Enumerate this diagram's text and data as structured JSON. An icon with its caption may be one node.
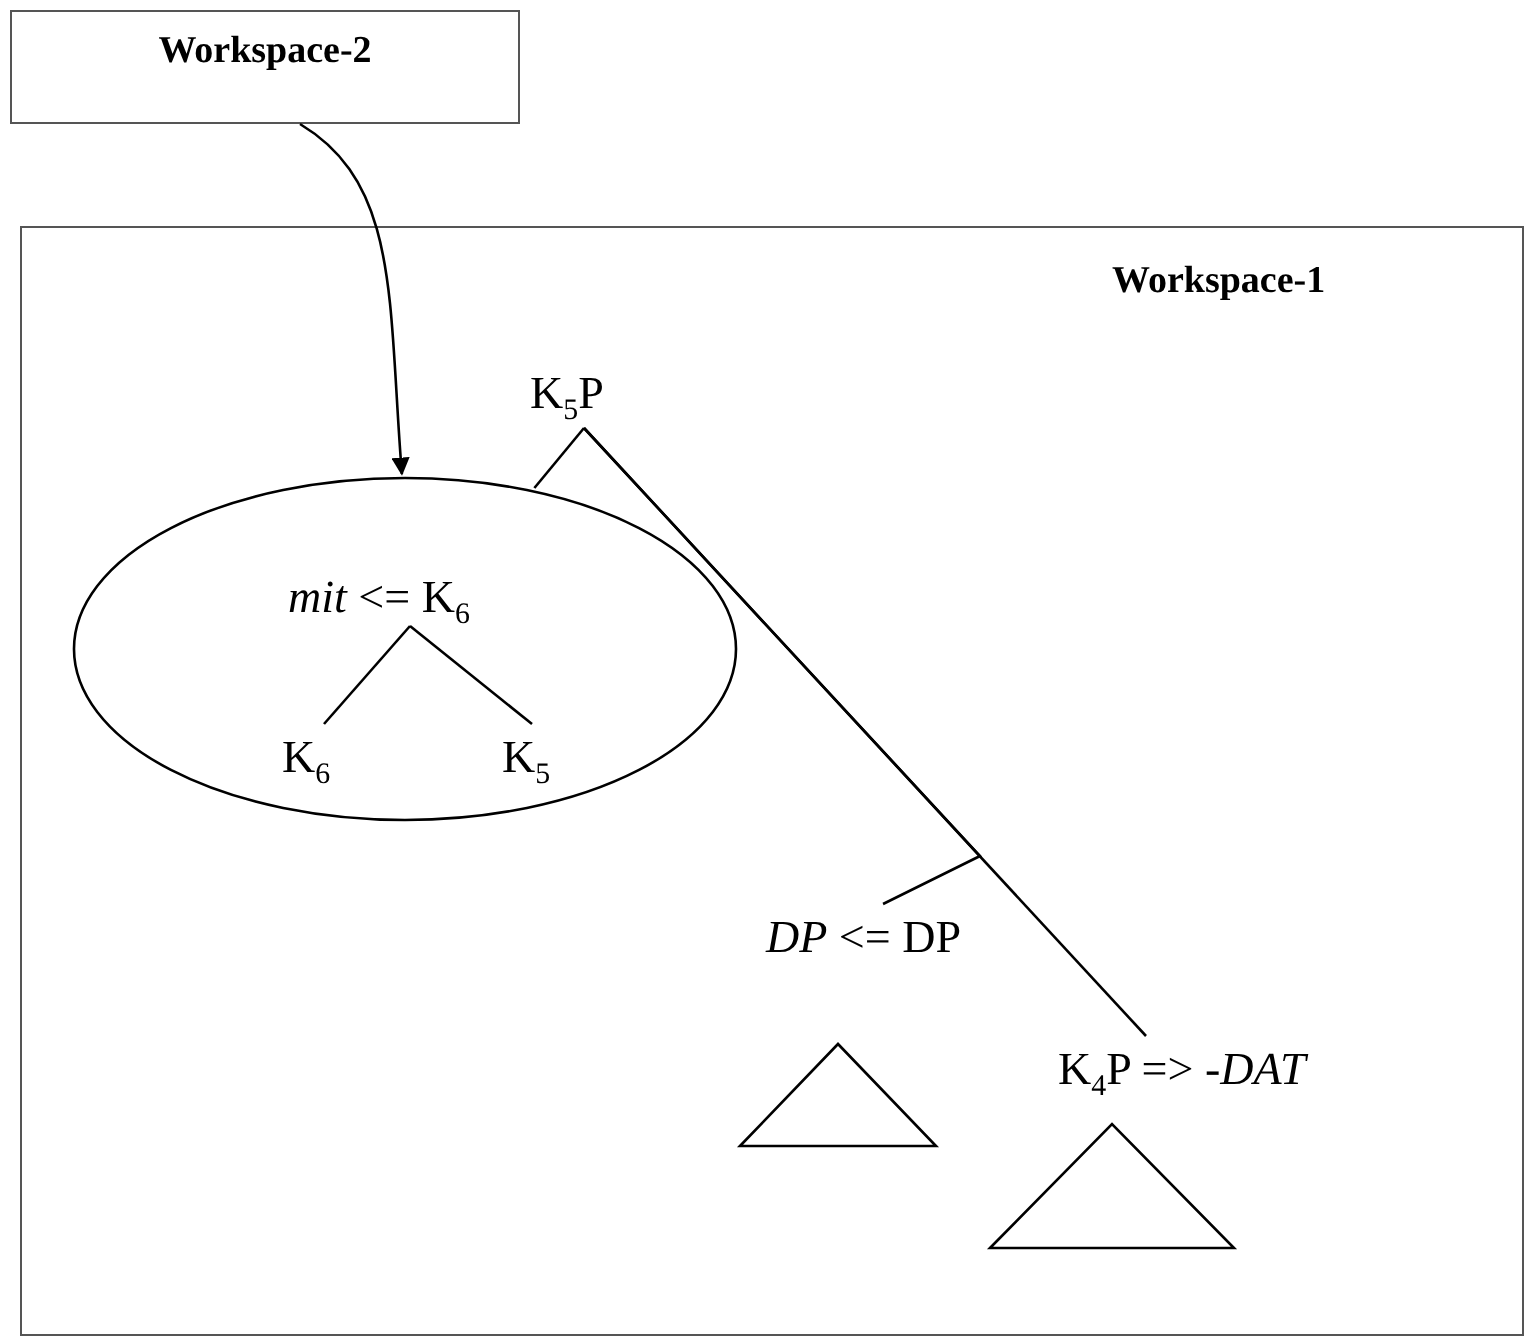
{
  "diagram": {
    "nodes": [
      {
        "text": [
          "Workspace-2"
        ]
      },
      {
        "text": [
          "Workspace-1"
        ]
      },
      {
        "text": [
          "K$_{5}$P"
        ],
        "in": 1
      },
      {
        "text": [],
        "shape": "ellipse",
        "in": 1
      },
      {
        "text": [
          "*mit* <= K$_{6}$"
        ],
        "in": 3
      },
      {
        "text": [
          "K$_{6}$"
        ],
        "in": 3
      },
      {
        "text": [
          "K$_{5}$"
        ],
        "in": 3
      },
      {
        "text": [
          "*DP* <= DP"
        ],
        "in": 1
      },
      {
        "text": [],
        "shape": "triangle",
        "in": 1
      },
      {
        "text": [
          "K$_{4}$P => -*DAT*"
        ],
        "in": 1
      },
      {
        "text": [],
        "shape": "triangle",
        "in": 1
      }
    ],
    "edges": [
      {
        "from": 0,
        "to": 3,
        "arrow": "to"
      },
      {
        "from": 2,
        "to": 3,
        "arrow": "none"
      },
      {
        "from": 2,
        "to": 7,
        "arrow": "none"
      },
      {
        "from": 2,
        "to": 9,
        "arrow": "none"
      },
      {
        "from": 4,
        "to": 5,
        "arrow": "none"
      },
      {
        "from": 4,
        "to": 6,
        "arrow": "none"
      }
    ]
  }
}
